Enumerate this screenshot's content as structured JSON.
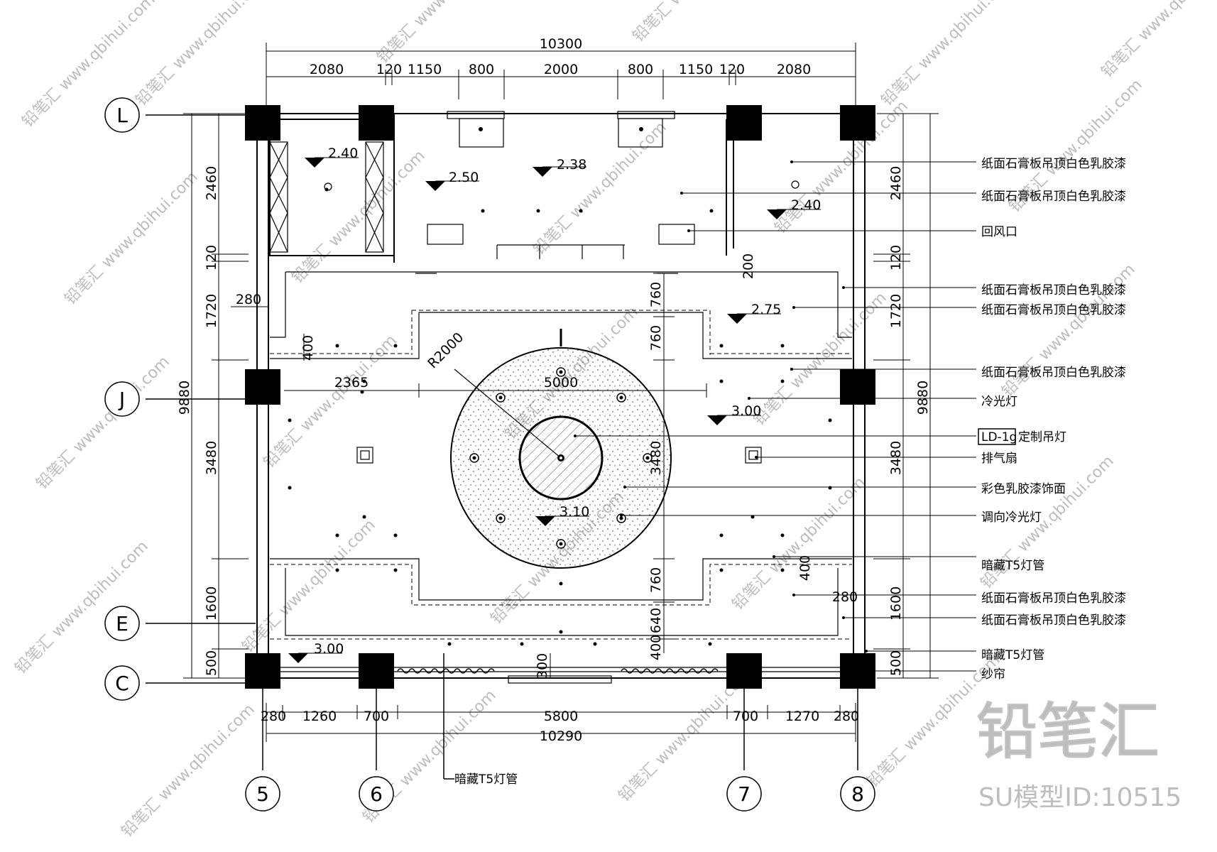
{
  "dims": {
    "top_total": "10300",
    "top": [
      "2080",
      "120",
      "1150",
      "800",
      "2000",
      "800",
      "1150",
      "120",
      "2080"
    ],
    "bottom_total": "10290",
    "bottom": [
      "280",
      "1260",
      "700",
      "5800",
      "700",
      "1270",
      "280"
    ],
    "left_total": "9880",
    "left": [
      "2460",
      "120",
      "1720",
      "3480",
      "1600",
      "500"
    ],
    "right_total": "9880",
    "right": [
      "2460",
      "120",
      "1720",
      "3480",
      "1600",
      "500"
    ],
    "inner": {
      "d280_left": "280",
      "d400_left": "400",
      "d2365": "2365",
      "d5000": "5000",
      "radius": "R2000",
      "d760_a": "760",
      "d760_b": "760",
      "d3480_mid": "3480",
      "d760_c": "760",
      "d640": "640",
      "d400_bot": "400",
      "d300": "300",
      "d200": "200",
      "d400_right": "400",
      "d280_right": "280"
    }
  },
  "axes": {
    "rows": [
      "L",
      "J",
      "E",
      "C"
    ],
    "cols": [
      "5",
      "6",
      "7",
      "8"
    ]
  },
  "levels": [
    "2.40",
    "2.50",
    "2.38",
    "2.40",
    "2.75",
    "3.00",
    "3.10",
    "3.00"
  ],
  "annotations": [
    "纸面石膏板吊顶白色乳胶漆",
    "纸面石膏板吊顶白色乳胶漆",
    "回风口",
    "纸面石膏板吊顶白色乳胶漆",
    "纸面石膏板吊顶白色乳胶漆",
    "纸面石膏板吊顶白色乳胶漆",
    "冷光灯",
    "定制吊灯",
    "排气扇",
    "彩色乳胶漆饰面",
    "调向冷光灯",
    "暗藏T5灯管",
    "纸面石膏板吊顶白色乳胶漆",
    "纸面石膏板吊顶白色乳胶漆",
    "暗藏T5灯管",
    "纱帘"
  ],
  "tag_code": "LD-1g",
  "bottom_note": "暗藏T5灯管",
  "watermark": {
    "logo": "铅笔汇",
    "id_text": "SU模型ID:10515",
    "url": "www.qbihui.com"
  }
}
